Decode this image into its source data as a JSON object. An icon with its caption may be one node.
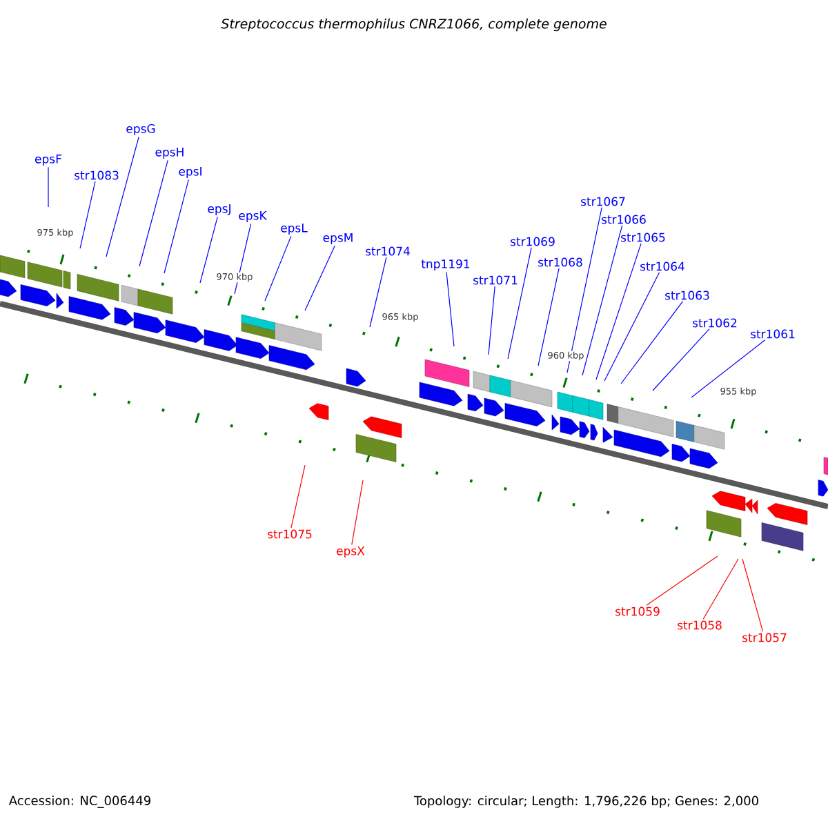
{
  "diagram": {
    "title": "Streptococcus thermophilus CNRZ1066, complete genome",
    "nodes": [
      {
        "text": [
          "epsF"
        ]
      },
      {
        "text": [
          "str1083"
        ]
      },
      {
        "text": [
          "epsG"
        ]
      },
      {
        "text": [
          "epsH"
        ]
      },
      {
        "text": [
          "epsI"
        ]
      },
      {
        "text": [
          "epsJ"
        ]
      },
      {
        "text": [
          "epsK"
        ]
      },
      {
        "text": [
          "epsL"
        ]
      },
      {
        "text": [
          "epsM"
        ]
      },
      {
        "text": [
          "str1074"
        ]
      },
      {
        "text": [
          "tnp1191"
        ]
      },
      {
        "text": [
          "str1071"
        ]
      },
      {
        "text": [
          "str1069"
        ]
      },
      {
        "text": [
          "str1068"
        ]
      },
      {
        "text": [
          "str1067"
        ]
      },
      {
        "text": [
          "str1066"
        ]
      },
      {
        "text": [
          "str1065"
        ]
      },
      {
        "text": [
          "str1064"
        ]
      },
      {
        "text": [
          "str1063"
        ]
      },
      {
        "text": [
          "str1062"
        ]
      },
      {
        "text": [
          "str1061"
        ]
      },
      {
        "text": [
          "str1075"
        ]
      },
      {
        "text": [
          "epsX"
        ]
      },
      {
        "text": [
          "str1059"
        ]
      },
      {
        "text": [
          "str1058"
        ]
      },
      {
        "text": [
          "str1057"
        ]
      }
    ],
    "edges": [
      {
        "from": 0,
        "to": null,
        "arrow": "none"
      },
      {
        "from": 1,
        "to": null,
        "arrow": "none"
      },
      {
        "from": 2,
        "to": null,
        "arrow": "none"
      },
      {
        "from": 3,
        "to": null,
        "arrow": "none"
      },
      {
        "from": 4,
        "to": null,
        "arrow": "none"
      },
      {
        "from": 5,
        "to": null,
        "arrow": "none"
      },
      {
        "from": 6,
        "to": null,
        "arrow": "none"
      },
      {
        "from": 7,
        "to": null,
        "arrow": "none"
      },
      {
        "from": 8,
        "to": null,
        "arrow": "none"
      },
      {
        "from": 9,
        "to": null,
        "arrow": "none"
      },
      {
        "from": 10,
        "to": null,
        "arrow": "none"
      },
      {
        "from": 11,
        "to": null,
        "arrow": "none"
      },
      {
        "from": 12,
        "to": null,
        "arrow": "none"
      },
      {
        "from": 13,
        "to": null,
        "arrow": "none"
      },
      {
        "from": 14,
        "to": null,
        "arrow": "none"
      },
      {
        "from": 15,
        "to": null,
        "arrow": "none"
      },
      {
        "from": 16,
        "to": null,
        "arrow": "none"
      },
      {
        "from": 17,
        "to": null,
        "arrow": "none"
      },
      {
        "from": 18,
        "to": null,
        "arrow": "none"
      },
      {
        "from": 19,
        "to": null,
        "arrow": "none"
      },
      {
        "from": 20,
        "to": null,
        "arrow": "none"
      },
      {
        "from": 21,
        "to": null,
        "arrow": "none",
        "color": "#ff0000"
      },
      {
        "from": 22,
        "to": null,
        "arrow": "none",
        "color": "#ff0000"
      },
      {
        "from": 23,
        "to": null,
        "arrow": "none",
        "color": "#ff0000"
      },
      {
        "from": 24,
        "to": null,
        "arrow": "none",
        "color": "#ff0000"
      },
      {
        "from": 25,
        "to": null,
        "arrow": "none",
        "color": "#ff0000"
      }
    ],
    "labels": [
      "975 kbp",
      "970 kbp",
      "965 kbp",
      "960 kbp",
      "955 kbp",
      "Accession: NC_006449",
      "Topology: circular; Length: 1,796,226 bp; Genes: 2,000"
    ]
  }
}
